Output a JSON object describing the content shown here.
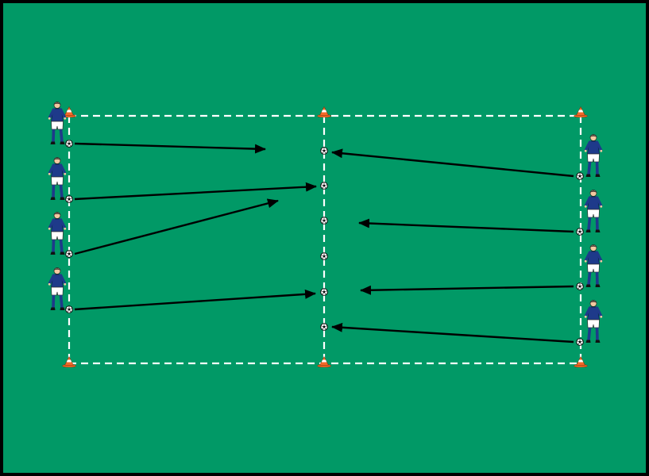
{
  "pitch": {
    "border_color": "#000000",
    "field_color": "#019966",
    "line_color": "#ffffff"
  },
  "cones": {
    "color": "#f26a2a",
    "count": 6
  },
  "balls": {
    "midline_count": 6
  },
  "players": {
    "left_team_count": 4,
    "right_team_count": 4,
    "shirt_color": "#1e3a8a",
    "shorts_color": "#ffffff"
  },
  "passes": {
    "arrow_color": "#000000",
    "left_count": 4,
    "right_count": 4
  },
  "icons": {
    "player": "soccer-player-icon",
    "cone": "cone-icon",
    "ball": "soccer-ball-icon",
    "arrow": "pass-arrow-icon"
  }
}
